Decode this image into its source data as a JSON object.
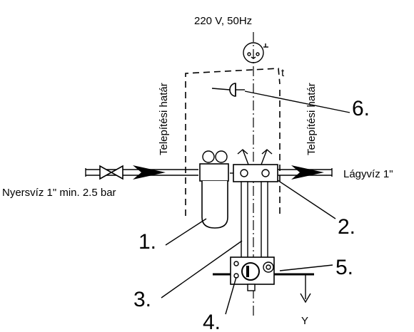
{
  "power_label": "220 V, 50Hz",
  "boundary_left": "Telepítési határ",
  "boundary_right": "Telepítési határ",
  "inlet_label": "Nyersvíz 1\" min. 2.5 bar",
  "outlet_label": "Lágyvíz 1\"",
  "t_label": "t",
  "drain_label": "Y",
  "callouts": {
    "c1": "1.",
    "c2": "2.",
    "c3": "3.",
    "c4": "4.",
    "c5": "5.",
    "c6": "6."
  }
}
